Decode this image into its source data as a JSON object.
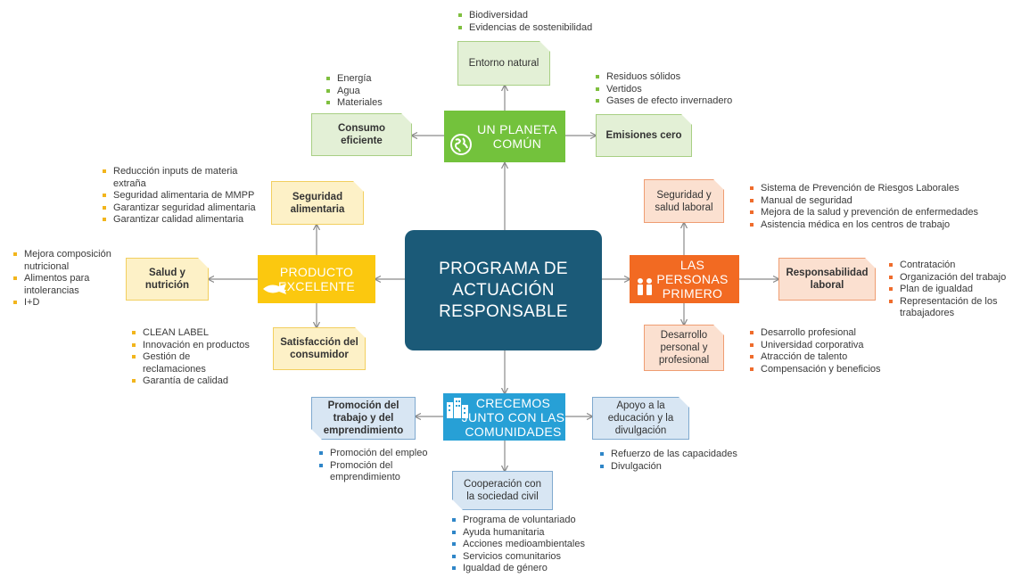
{
  "center": {
    "lines": [
      "PROGRAMA DE",
      "ACTUACIÓN",
      "RESPONSABLE"
    ]
  },
  "colors": {
    "green": "#73c23c",
    "yellow": "#fbc80f",
    "orange": "#f26a22",
    "blue": "#27a0d6",
    "center": "#1b5a78"
  },
  "hubs": {
    "planeta": {
      "line1": "UN PLANETA",
      "line2": "COMÚN",
      "icon": "globe-icon"
    },
    "producto": {
      "line1": "PRODUCTO",
      "line2": "EXCELENTE",
      "icon": "fish-icon"
    },
    "personas": {
      "line1": "LAS PERSONAS",
      "line2": "PRIMERO",
      "icon": "people-icon"
    },
    "comunidades": {
      "line1": "CRECEMOS",
      "line2": "JUNTO CON LAS",
      "line3": "COMUNIDADES",
      "icon": "buildings-icon"
    }
  },
  "cards": {
    "entorno": "Entorno natural",
    "consumo": "Consumo eficiente",
    "emisiones": "Emisiones cero",
    "seguridad_alim": "Seguridad alimentaria",
    "salud_nutricion": "Salud y nutrición",
    "satisfaccion": "Satisfacción del consumidor",
    "seguridad_salud": "Seguridad y salud laboral",
    "responsabilidad": "Responsabilidad laboral",
    "desarrollo": "Desarrollo personal y profesional",
    "promocion": "Promoción del trabajo y del emprendimiento",
    "apoyo": "Apoyo a la educación y la divulgación",
    "cooperacion": "Cooperación con la sociedad civil"
  },
  "lists": {
    "entorno": [
      "Biodiversidad",
      "Evidencias de sostenibilidad"
    ],
    "consumo": [
      "Energía",
      "Agua",
      "Materiales"
    ],
    "emisiones": [
      "Residuos sólidos",
      "Vertidos",
      "Gases de efecto invernadero"
    ],
    "seguridad_alim": [
      "Reducción inputs de materia extraña",
      "Seguridad alimentaria de MMPP",
      "Garantizar seguridad alimentaria",
      "Garantizar calidad alimentaria"
    ],
    "salud_nutricion": [
      "Mejora composición nutricional",
      "Alimentos para intolerancias",
      "I+D"
    ],
    "satisfaccion": [
      "CLEAN LABEL",
      "Innovación en productos",
      "Gestión de reclamaciones",
      "Garantía de calidad"
    ],
    "seguridad_salud": [
      "Sistema de Prevención de Riesgos Laborales",
      "Manual de seguridad",
      "Mejora de la salud y prevención de enfermedades",
      "Asistencia médica en los centros de trabajo"
    ],
    "responsabilidad": [
      "Contratación",
      "Organización del trabajo",
      "Plan de igualdad",
      "Representación de los trabajadores"
    ],
    "desarrollo": [
      "Desarrollo profesional",
      "Universidad corporativa",
      "Atracción de talento",
      "Compensación y beneficios"
    ],
    "promocion": [
      "Promoción del empleo",
      "Promoción del emprendimiento"
    ],
    "apoyo": [
      "Refuerzo de las capacidades",
      "Divulgación"
    ],
    "cooperacion": [
      "Programa de voluntariado",
      "Ayuda humanitaria",
      "Acciones medioambientales",
      "Servicios comunitarios",
      "Igualdad de género"
    ]
  }
}
